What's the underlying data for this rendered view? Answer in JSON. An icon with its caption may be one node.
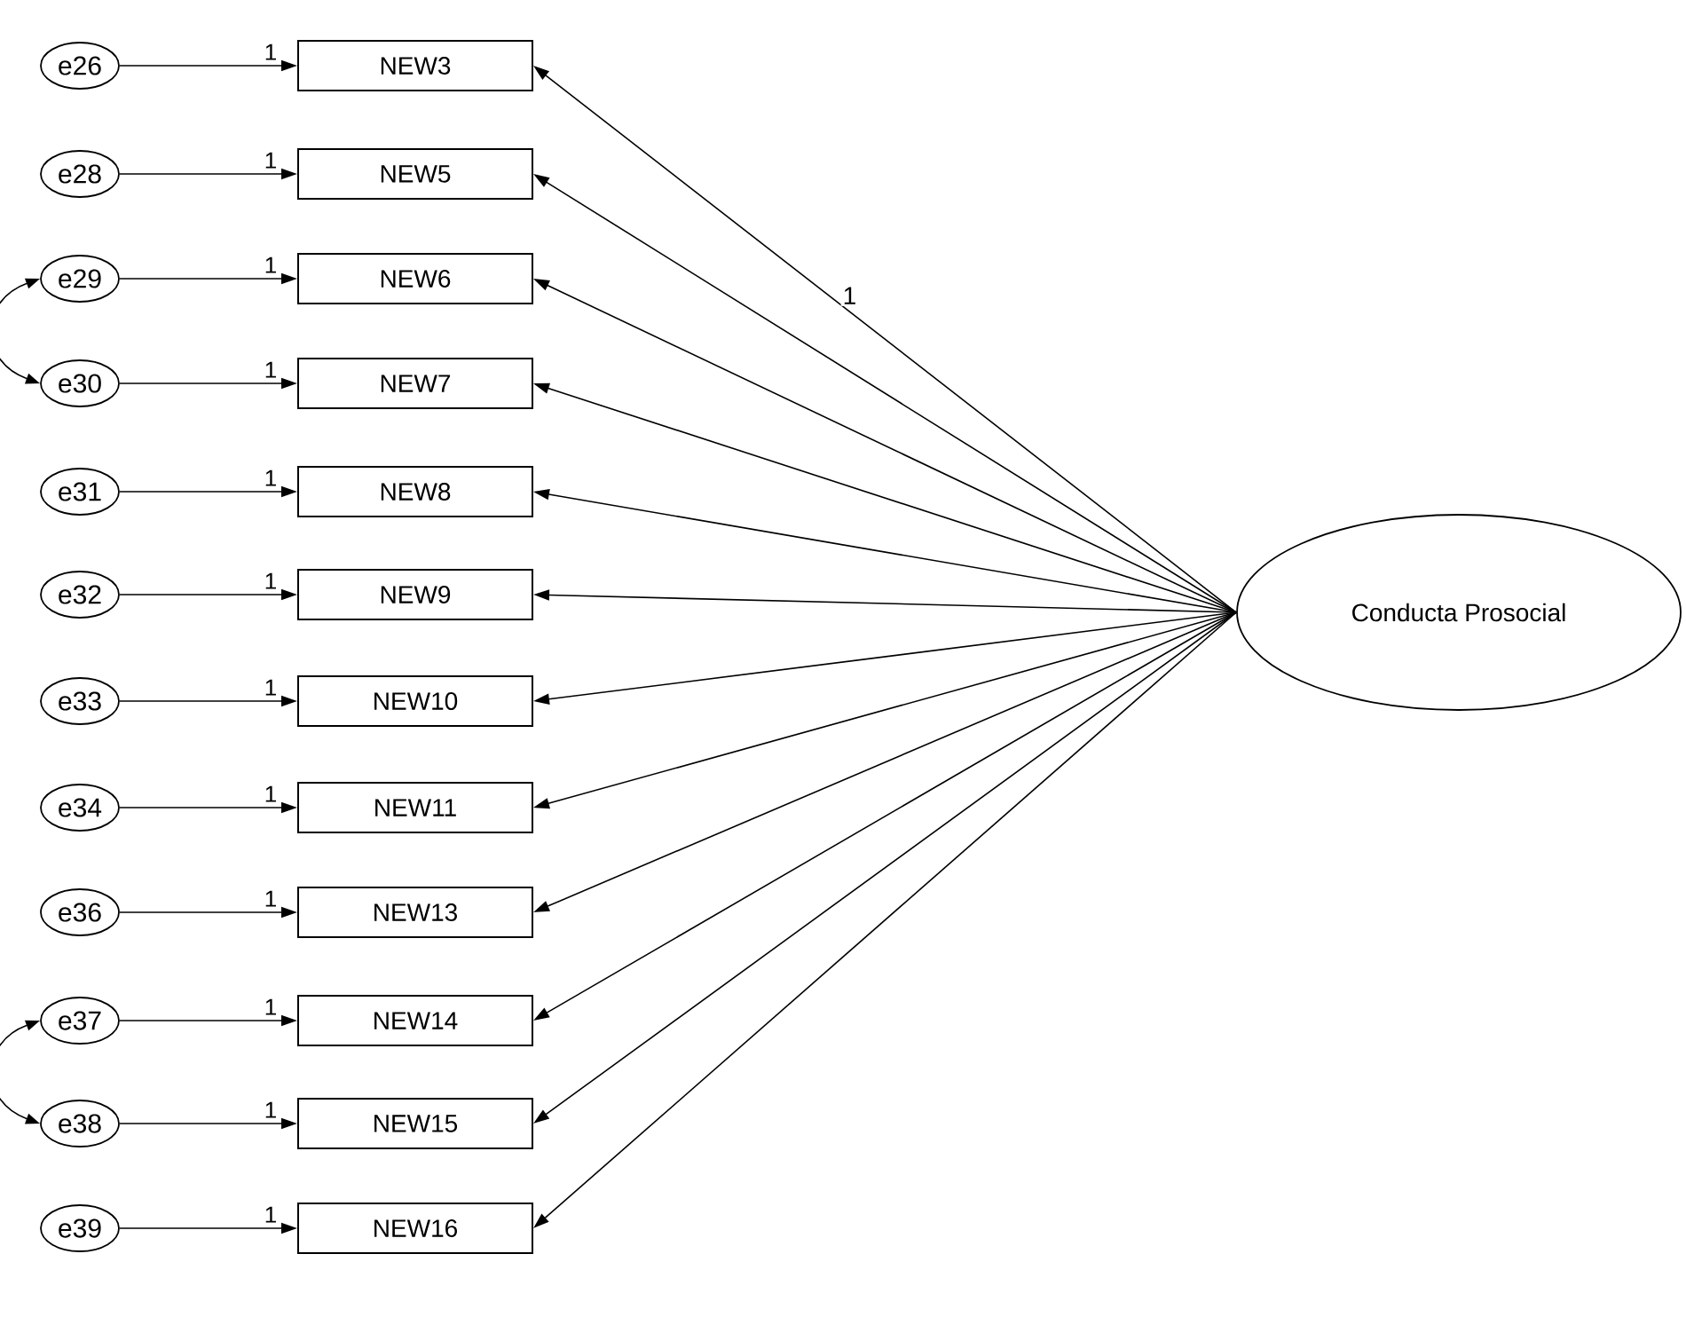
{
  "diagram": {
    "nodes": [
      {
        "text": [
          "e26"
        ]
      },
      {
        "text": [
          "NEW3"
        ]
      },
      {
        "text": [
          "e28"
        ]
      },
      {
        "text": [
          "NEW5"
        ]
      },
      {
        "text": [
          "e29"
        ]
      },
      {
        "text": [
          "NEW6"
        ]
      },
      {
        "text": [
          "e30"
        ]
      },
      {
        "text": [
          "NEW7"
        ]
      },
      {
        "text": [
          "e31"
        ]
      },
      {
        "text": [
          "NEW8"
        ]
      },
      {
        "text": [
          "e32"
        ]
      },
      {
        "text": [
          "NEW9"
        ]
      },
      {
        "text": [
          "e33"
        ]
      },
      {
        "text": [
          "NEW10"
        ]
      },
      {
        "text": [
          "e34"
        ]
      },
      {
        "text": [
          "NEW11"
        ]
      },
      {
        "text": [
          "e36"
        ]
      },
      {
        "text": [
          "NEW13"
        ]
      },
      {
        "text": [
          "e37"
        ]
      },
      {
        "text": [
          "NEW14"
        ]
      },
      {
        "text": [
          "e38"
        ]
      },
      {
        "text": [
          "NEW15"
        ]
      },
      {
        "text": [
          "e39"
        ]
      },
      {
        "text": [
          "NEW16"
        ]
      },
      {
        "text": [
          "Conducta Prosocial"
        ]
      }
    ],
    "edges": [
      {
        "from": 0,
        "to": 1,
        "arrow": "to",
        "label": "1"
      },
      {
        "from": 2,
        "to": 3,
        "arrow": "to",
        "label": "1"
      },
      {
        "from": 4,
        "to": 5,
        "arrow": "to",
        "label": "1"
      },
      {
        "from": 6,
        "to": 7,
        "arrow": "to",
        "label": "1"
      },
      {
        "from": 8,
        "to": 9,
        "arrow": "to",
        "label": "1"
      },
      {
        "from": 10,
        "to": 11,
        "arrow": "to",
        "label": "1"
      },
      {
        "from": 12,
        "to": 13,
        "arrow": "to",
        "label": "1"
      },
      {
        "from": 14,
        "to": 15,
        "arrow": "to",
        "label": "1"
      },
      {
        "from": 16,
        "to": 17,
        "arrow": "to",
        "label": "1"
      },
      {
        "from": 18,
        "to": 19,
        "arrow": "to",
        "label": "1"
      },
      {
        "from": 20,
        "to": 21,
        "arrow": "to",
        "label": "1"
      },
      {
        "from": 22,
        "to": 23,
        "arrow": "to",
        "label": "1"
      },
      {
        "from": 4,
        "to": 6,
        "arrow": "both"
      },
      {
        "from": 18,
        "to": 20,
        "arrow": "both"
      },
      {
        "from": 24,
        "to": 1,
        "arrow": "to",
        "label": "1"
      },
      {
        "from": 24,
        "to": 3,
        "arrow": "to"
      },
      {
        "from": 24,
        "to": 5,
        "arrow": "to"
      },
      {
        "from": 24,
        "to": 7,
        "arrow": "to"
      },
      {
        "from": 24,
        "to": 9,
        "arrow": "to"
      },
      {
        "from": 24,
        "to": 11,
        "arrow": "to"
      },
      {
        "from": 24,
        "to": 13,
        "arrow": "to"
      },
      {
        "from": 24,
        "to": 15,
        "arrow": "to"
      },
      {
        "from": 24,
        "to": 17,
        "arrow": "to"
      },
      {
        "from": 24,
        "to": 19,
        "arrow": "to"
      },
      {
        "from": 24,
        "to": 21,
        "arrow": "to"
      },
      {
        "from": 24,
        "to": 23,
        "arrow": "to"
      }
    ]
  }
}
